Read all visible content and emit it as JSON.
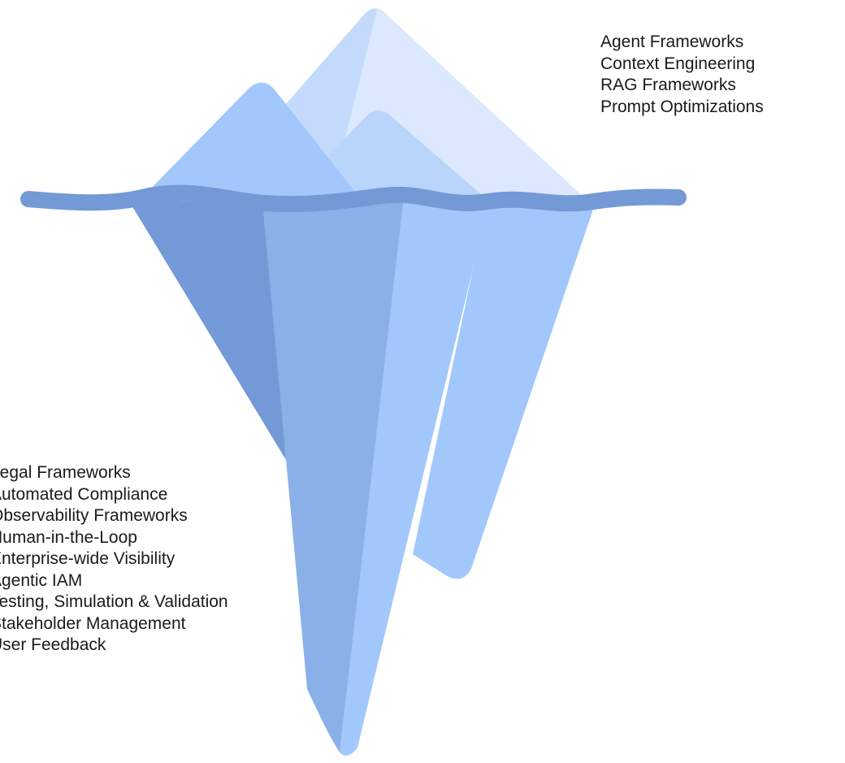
{
  "colors": {
    "peak_back": "#dbe8fd",
    "peak_mid": "#c4dafc",
    "peak_front": "#a2c8fb",
    "peak_small": "#b9d5fb",
    "under_left": "#7399d6",
    "under_center": "#8ab0e8",
    "under_right": "#a2c8fb",
    "waterline": "#7399d6",
    "text": "#1a1a1a"
  },
  "above_water": {
    "items": [
      "Agent Frameworks",
      "Context Engineering",
      "RAG Frameworks",
      "Prompt Optimizations"
    ]
  },
  "below_water": {
    "items": [
      "Legal Frameworks",
      "Automated Compliance",
      "Observability Frameworks",
      "Human-in-the-Loop",
      "Enterprise-wide Visibility",
      "Agentic IAM",
      "Testing, Simulation & Validation",
      "Stakeholder Management",
      "User Feedback"
    ]
  }
}
